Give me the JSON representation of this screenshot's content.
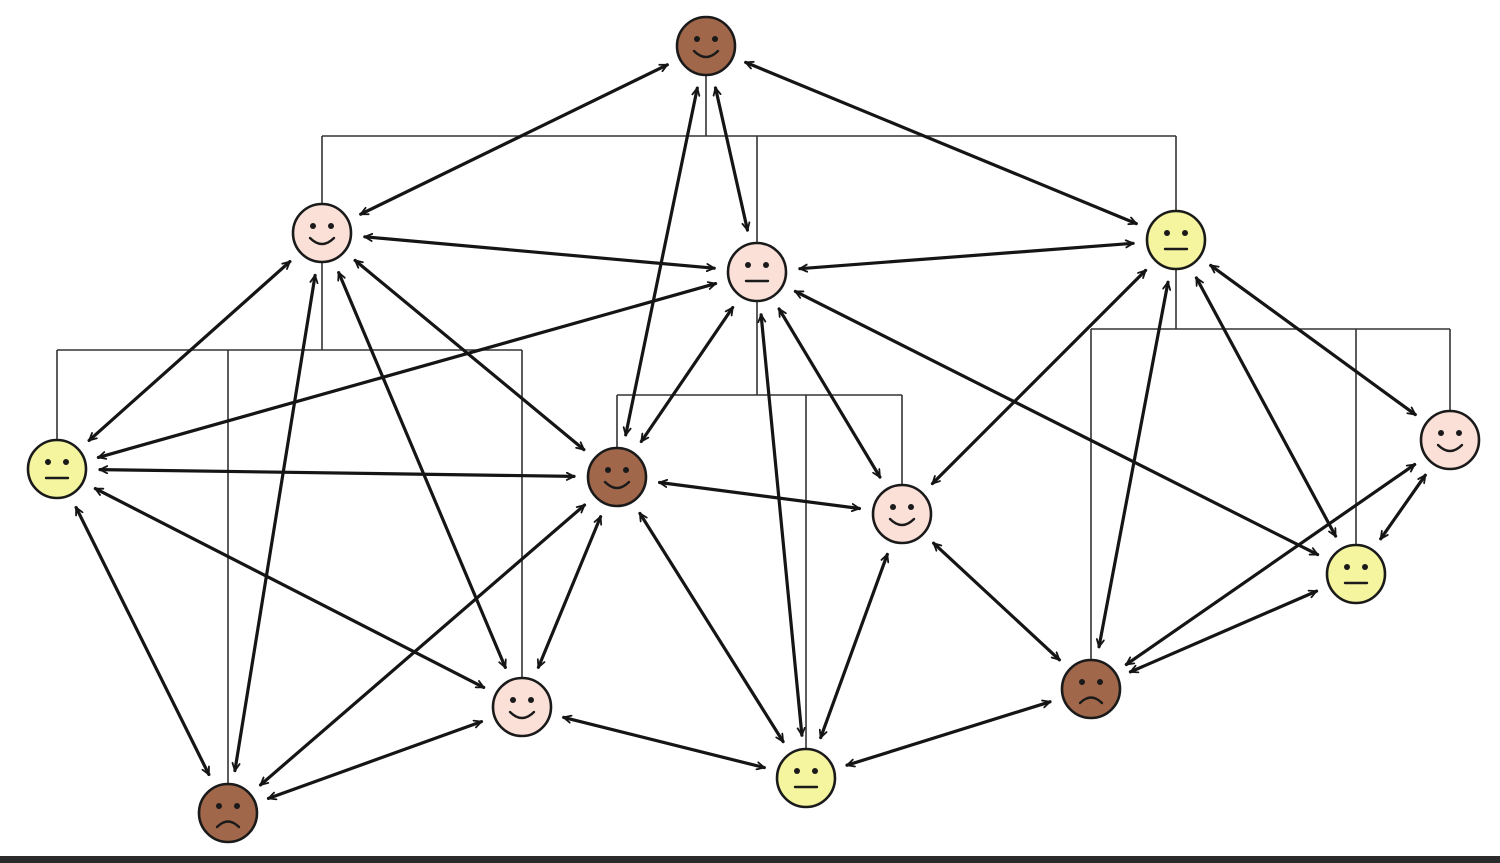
{
  "colors": {
    "tone_dark": "#a0674b",
    "tone_light": "#fbe0d8",
    "tone_yellow": "#f4f59e",
    "line": "#151515",
    "background": "#ffffff"
  },
  "people": [
    {
      "id": "p1",
      "tone": "tone_dark",
      "mood": "happy"
    },
    {
      "id": "p2",
      "tone": "tone_light",
      "mood": "happy"
    },
    {
      "id": "p3",
      "tone": "tone_light",
      "mood": "neutral"
    },
    {
      "id": "p4",
      "tone": "tone_yellow",
      "mood": "neutral"
    },
    {
      "id": "p5",
      "tone": "tone_yellow",
      "mood": "neutral"
    },
    {
      "id": "p6",
      "tone": "tone_dark",
      "mood": "happy"
    },
    {
      "id": "p7",
      "tone": "tone_light",
      "mood": "happy"
    },
    {
      "id": "p8",
      "tone": "tone_light",
      "mood": "happy"
    },
    {
      "id": "p9",
      "tone": "tone_yellow",
      "mood": "neutral"
    },
    {
      "id": "p10",
      "tone": "tone_light",
      "mood": "happy"
    },
    {
      "id": "p11",
      "tone": "tone_dark",
      "mood": "sad"
    },
    {
      "id": "p12",
      "tone": "tone_yellow",
      "mood": "neutral"
    },
    {
      "id": "p13",
      "tone": "tone_dark",
      "mood": "sad"
    }
  ],
  "hierarchy": [
    {
      "parent": "p1",
      "children": [
        "p2",
        "p3",
        "p4"
      ]
    },
    {
      "parent": "p2",
      "children": [
        "p5",
        "p13",
        "p10"
      ]
    },
    {
      "parent": "p3",
      "children": [
        "p6",
        "p12",
        "p7"
      ]
    },
    {
      "parent": "p4",
      "children": [
        "p11",
        "p9",
        "p8"
      ]
    }
  ],
  "connections": [
    [
      "p1",
      "p2"
    ],
    [
      "p1",
      "p3"
    ],
    [
      "p1",
      "p4"
    ],
    [
      "p1",
      "p6"
    ],
    [
      "p2",
      "p3"
    ],
    [
      "p2",
      "p5"
    ],
    [
      "p2",
      "p6"
    ],
    [
      "p2",
      "p10"
    ],
    [
      "p2",
      "p13"
    ],
    [
      "p3",
      "p4"
    ],
    [
      "p3",
      "p5"
    ],
    [
      "p3",
      "p6"
    ],
    [
      "p3",
      "p7"
    ],
    [
      "p3",
      "p9"
    ],
    [
      "p3",
      "p12"
    ],
    [
      "p4",
      "p7"
    ],
    [
      "p4",
      "p8"
    ],
    [
      "p4",
      "p9"
    ],
    [
      "p4",
      "p11"
    ],
    [
      "p5",
      "p6"
    ],
    [
      "p5",
      "p10"
    ],
    [
      "p5",
      "p13"
    ],
    [
      "p6",
      "p7"
    ],
    [
      "p6",
      "p10"
    ],
    [
      "p6",
      "p12"
    ],
    [
      "p6",
      "p13"
    ],
    [
      "p7",
      "p11"
    ],
    [
      "p7",
      "p12"
    ],
    [
      "p8",
      "p9"
    ],
    [
      "p8",
      "p11"
    ],
    [
      "p9",
      "p11"
    ],
    [
      "p10",
      "p12"
    ],
    [
      "p10",
      "p13"
    ],
    [
      "p11",
      "p12"
    ]
  ]
}
